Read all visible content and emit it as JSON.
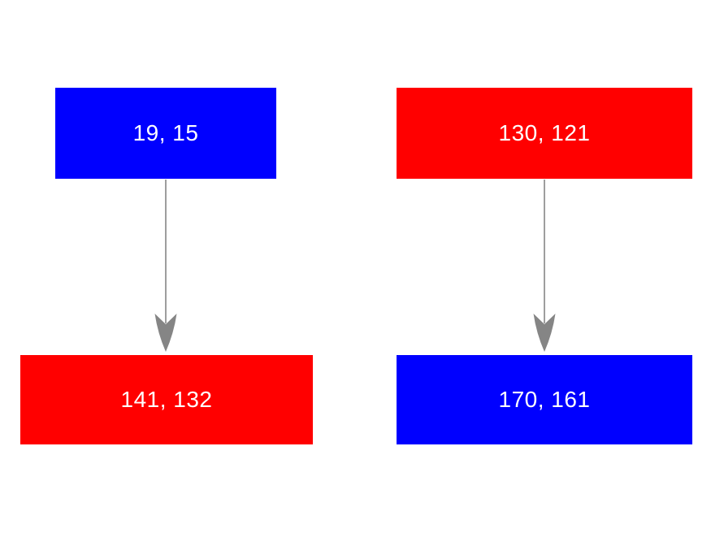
{
  "diagram": {
    "background": "#ffffff",
    "nodes": [
      {
        "id": "top-left",
        "label": "19, 15",
        "fill": "#0000ff",
        "text_color": "#ffffff"
      },
      {
        "id": "top-right",
        "label": "130, 121",
        "fill": "#ff0000",
        "text_color": "#ffffff"
      },
      {
        "id": "bottom-left",
        "label": "141, 132",
        "fill": "#ff0000",
        "text_color": "#ffffff"
      },
      {
        "id": "bottom-right",
        "label": "170, 161",
        "fill": "#0000ff",
        "text_color": "#ffffff"
      }
    ],
    "edges": [
      {
        "from": "top-left",
        "to": "bottom-left",
        "direction": "down"
      },
      {
        "from": "top-right",
        "to": "bottom-right",
        "direction": "down"
      }
    ],
    "arrow_color": "#858585"
  }
}
